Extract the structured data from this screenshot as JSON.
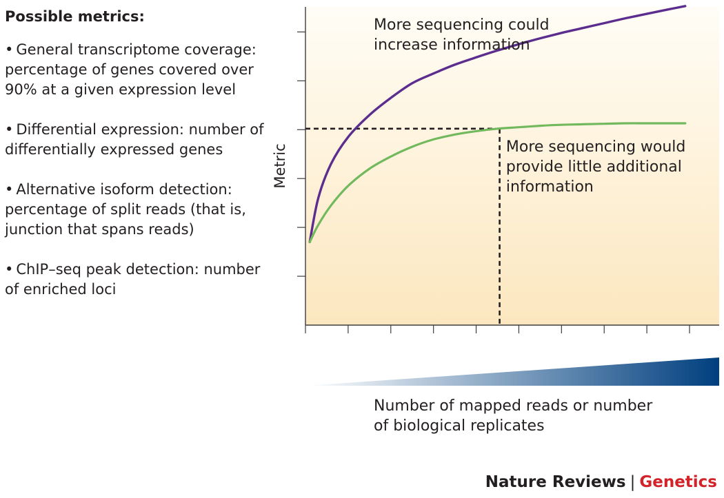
{
  "metrics_panel": {
    "heading": "Possible metrics:",
    "items": [
      {
        "title": "General transcriptome coverage:",
        "detail": "percentage of genes covered over 90% at a given expression level"
      },
      {
        "title": "Differential expression:",
        "detail": "number of differentially expressed genes"
      },
      {
        "title": "Alternative isoform detection:",
        "detail": "percentage of split reads (that is, junction that spans reads)"
      },
      {
        "title": "ChIP–seq peak detection:",
        "detail": "number of enriched loci"
      }
    ]
  },
  "footer": {
    "publisher": "Nature Reviews",
    "separator": "|",
    "journal": "Genetics"
  },
  "colors": {
    "curve_more_info": "#5b2d8e",
    "curve_saturating": "#72b95e",
    "background_top": "#fffdf6",
    "background_bottom": "#fce7bf",
    "wedge_light": "#ffffff",
    "wedge_dark": "#003f7f",
    "axis": "#3c3c3c",
    "journal_red": "#d2232a"
  },
  "chart_data": {
    "type": "line",
    "ylabel": "Metric",
    "xlabel": [
      "Number of mapped reads or number",
      "of biological replicates"
    ],
    "xlim": [
      0,
      9
    ],
    "ylim": [
      0,
      6.4
    ],
    "x_ticks": [
      0,
      1,
      2,
      3,
      4,
      5,
      6,
      7,
      8,
      9
    ],
    "y_ticks": [
      1,
      2,
      3,
      4,
      5,
      6
    ],
    "grid": false,
    "series": [
      {
        "x": [
          0.1,
          0.3,
          0.6,
          1,
          1.5,
          2,
          2.5,
          3,
          3.5,
          4,
          4.5,
          5,
          5.5,
          6,
          6.5,
          7,
          7.5,
          8,
          8.5,
          8.9
        ],
        "values": [
          1.7,
          2.6,
          3.3,
          3.85,
          4.3,
          4.65,
          4.95,
          5.15,
          5.33,
          5.48,
          5.62,
          5.75,
          5.87,
          5.98,
          6.08,
          6.18,
          6.28,
          6.37,
          6.46,
          6.53
        ]
      },
      {
        "x": [
          0.1,
          0.3,
          0.6,
          1,
          1.5,
          2,
          2.5,
          3,
          3.5,
          4,
          4.5,
          5,
          5.5,
          6,
          6.5,
          7,
          7.5,
          8,
          8.5,
          8.9
        ],
        "values": [
          1.7,
          2.05,
          2.45,
          2.85,
          3.2,
          3.45,
          3.65,
          3.8,
          3.9,
          3.97,
          4.02,
          4.05,
          4.08,
          4.1,
          4.11,
          4.12,
          4.13,
          4.13,
          4.13,
          4.13
        ]
      }
    ],
    "reference_point": {
      "x": 4.55,
      "y": 4.02
    },
    "annotations": [
      {
        "lines": [
          "More sequencing could",
          "increase information"
        ],
        "x": 1.6,
        "y": 6.05
      },
      {
        "lines": [
          "More sequencing would",
          "provide little additional",
          "information"
        ],
        "x": 4.7,
        "y": 3.55
      }
    ]
  }
}
